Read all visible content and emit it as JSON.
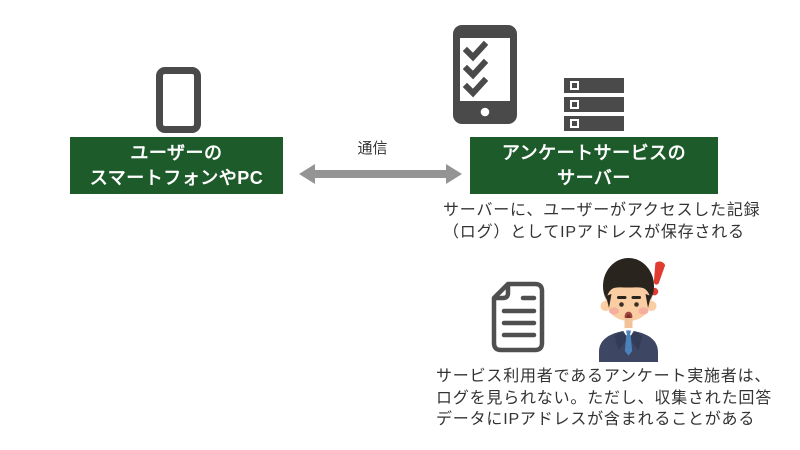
{
  "colors": {
    "canvas_bg": "#ffffff",
    "box_green": "#1e5b2b",
    "box_text": "#ffffff",
    "icon_gray": "#4a4a4a",
    "arrow_gray": "#949494",
    "text_dark": "#333333",
    "exclamation_red": "#e23b32",
    "suit_navy": "#3d4663",
    "tie_blue": "#4a82bc",
    "skin": "#facda2",
    "hair_black": "#2a241f",
    "cheek_pink": "#f5a89e"
  },
  "nodes": {
    "user": {
      "icon": "smartphone-icon",
      "label_lines": [
        "ユーザーの",
        "スマートフォンやPC"
      ]
    },
    "server": {
      "icons": [
        "survey-smartphone-icon",
        "server-rack-icon"
      ],
      "label_lines": [
        "アンケートサービスの",
        "サーバー"
      ]
    }
  },
  "connection": {
    "label": "通信",
    "arrow_type": "double-headed"
  },
  "notes": {
    "server_log": {
      "lines": [
        "サーバーに、ユーザーがアクセスした記録",
        "（ログ）としてIPアドレスが保存される"
      ]
    },
    "log_access": {
      "lines": [
        "サービス利用者であるアンケート実施者は、",
        "ログを見られない。ただし、収集された回答",
        "データにIPアドレスが含まれることがある"
      ]
    }
  },
  "figures": {
    "document": "log-document-icon",
    "person": "surprised-businessman-illustration",
    "exclamation": "!"
  }
}
